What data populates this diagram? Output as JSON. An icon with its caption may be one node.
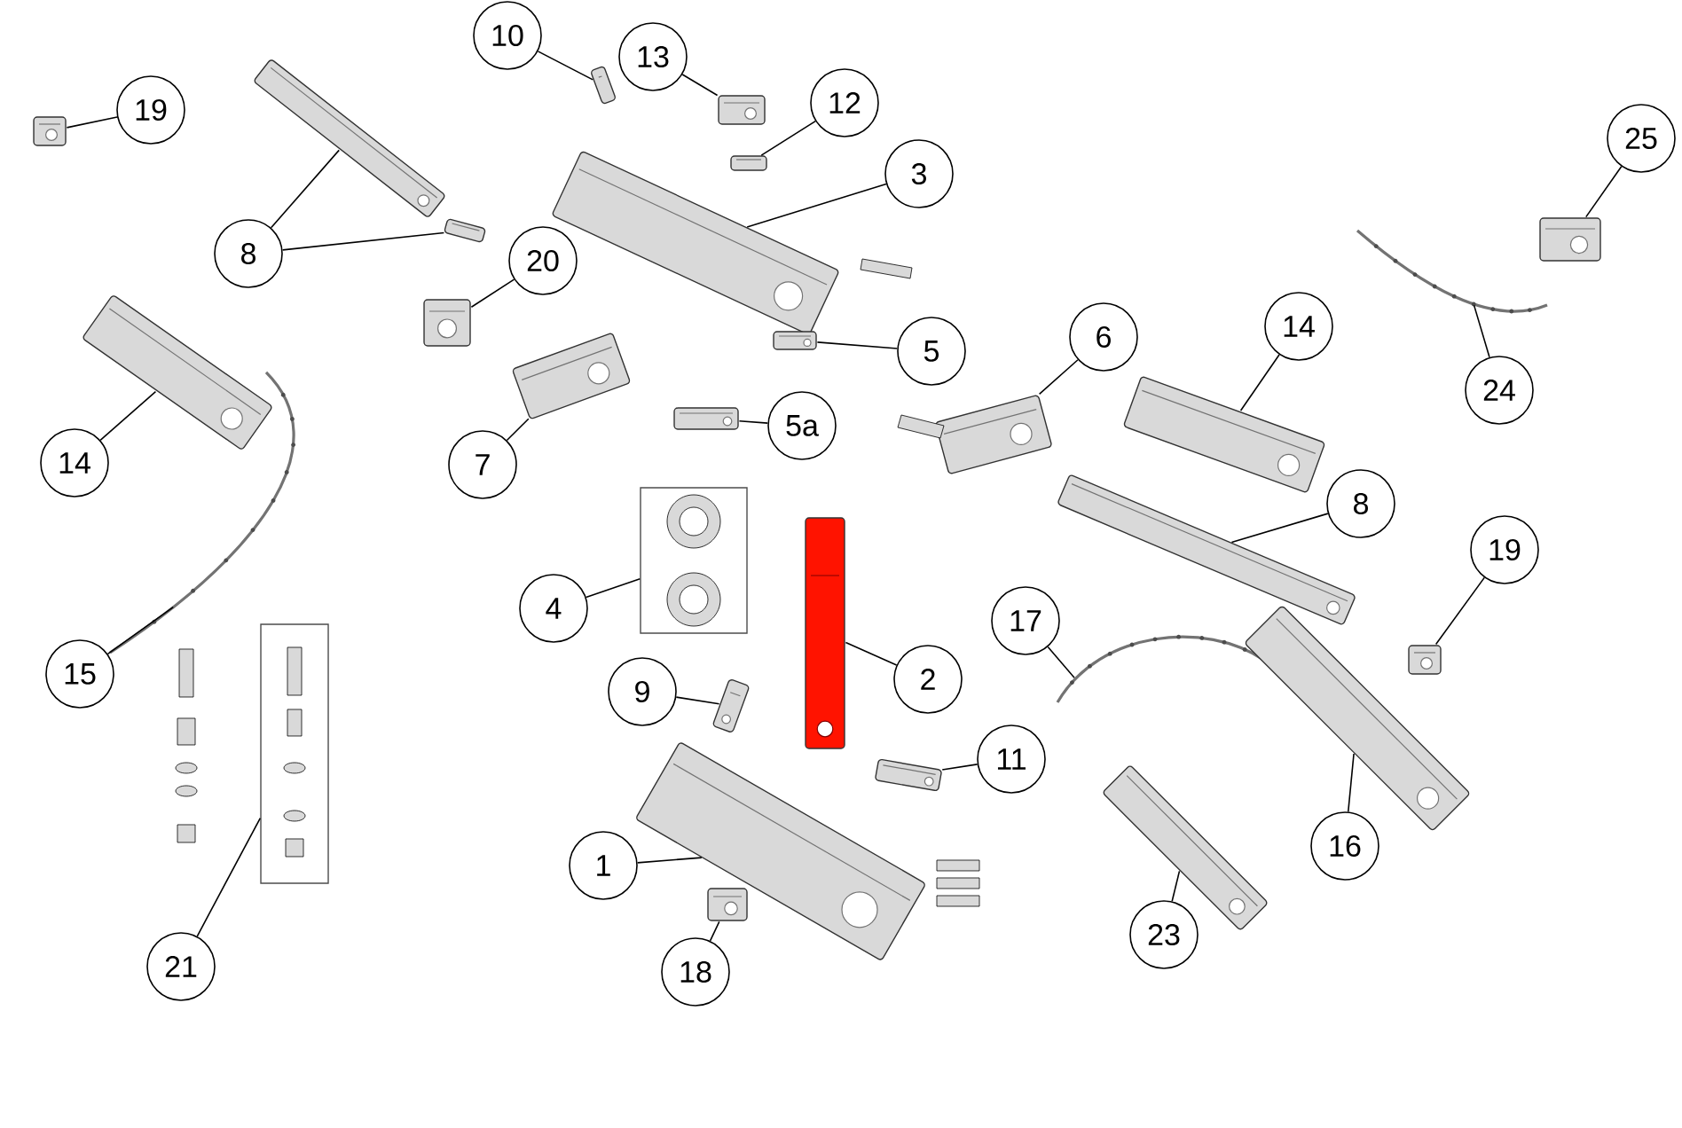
{
  "diagram": {
    "nodes": [
      {
        "text": [
          "10"
        ]
      },
      {
        "text": [],
        "shape": "picture"
      },
      {
        "text": [
          "13"
        ]
      },
      {
        "text": [],
        "shape": "picture"
      },
      {
        "text": [
          "19"
        ]
      },
      {
        "text": [],
        "shape": "picture"
      },
      {
        "text": [
          "12"
        ]
      },
      {
        "text": [],
        "shape": "picture"
      },
      {
        "text": [
          "3"
        ]
      },
      {
        "text": [],
        "shape": "picture"
      },
      {
        "text": [
          "8"
        ]
      },
      {
        "text": [],
        "shape": "picture"
      },
      {
        "text": [],
        "shape": "picture"
      },
      {
        "text": [
          "20"
        ]
      },
      {
        "text": [],
        "shape": "picture"
      },
      {
        "text": [
          "25"
        ]
      },
      {
        "text": [],
        "shape": "picture"
      },
      {
        "text": [
          "5"
        ]
      },
      {
        "text": [],
        "shape": "picture"
      },
      {
        "text": [
          "6"
        ]
      },
      {
        "text": [],
        "shape": "picture"
      },
      {
        "text": [
          "14"
        ]
      },
      {
        "text": [],
        "shape": "picture"
      },
      {
        "text": [
          "14"
        ]
      },
      {
        "text": [],
        "shape": "picture"
      },
      {
        "text": [
          "7"
        ]
      },
      {
        "text": [],
        "shape": "picture"
      },
      {
        "text": [
          "24"
        ]
      },
      {
        "text": [],
        "shape": "picture"
      },
      {
        "text": [
          "5a"
        ]
      },
      {
        "text": [],
        "shape": "picture"
      },
      {
        "text": [
          "8"
        ]
      },
      {
        "text": [],
        "shape": "picture"
      },
      {
        "text": [
          "19"
        ]
      },
      {
        "text": [],
        "shape": "picture"
      },
      {
        "text": [
          "4"
        ]
      },
      {
        "text": [],
        "shape": "box"
      },
      {
        "text": [
          "17"
        ]
      },
      {
        "text": [],
        "shape": "picture"
      },
      {
        "text": [
          "15"
        ]
      },
      {
        "text": [],
        "shape": "picture"
      },
      {
        "text": [
          "2"
        ]
      },
      {
        "text": [],
        "shape": "picture"
      },
      {
        "text": [
          "9"
        ]
      },
      {
        "text": [],
        "shape": "picture"
      },
      {
        "text": [
          "11"
        ]
      },
      {
        "text": [],
        "shape": "picture"
      },
      {
        "text": [
          "16"
        ]
      },
      {
        "text": [],
        "shape": "picture"
      },
      {
        "text": [
          "1"
        ]
      },
      {
        "text": [],
        "shape": "picture"
      },
      {
        "text": [
          "23"
        ]
      },
      {
        "text": [],
        "shape": "picture"
      },
      {
        "text": [
          "21"
        ]
      },
      {
        "text": [],
        "shape": "box"
      },
      {
        "text": [
          "18"
        ]
      },
      {
        "text": [],
        "shape": "picture"
      }
    ],
    "edges": [
      {
        "from": 0,
        "to": 1,
        "arrow": "none"
      },
      {
        "from": 2,
        "to": 3,
        "arrow": "none"
      },
      {
        "from": 4,
        "to": 5,
        "arrow": "none"
      },
      {
        "from": 6,
        "to": 7,
        "arrow": "none"
      },
      {
        "from": 8,
        "to": 9,
        "arrow": "none"
      },
      {
        "from": 10,
        "to": 11,
        "arrow": "none"
      },
      {
        "from": 10,
        "to": 12,
        "arrow": "none"
      },
      {
        "from": 13,
        "to": 14,
        "arrow": "none"
      },
      {
        "from": 15,
        "to": 16,
        "arrow": "none"
      },
      {
        "from": 17,
        "to": 18,
        "arrow": "none"
      },
      {
        "from": 19,
        "to": 20,
        "arrow": "none"
      },
      {
        "from": 21,
        "to": 22,
        "arrow": "none"
      },
      {
        "from": 23,
        "to": 24,
        "arrow": "none"
      },
      {
        "from": 25,
        "to": 26,
        "arrow": "none"
      },
      {
        "from": 27,
        "to": 28,
        "arrow": "none"
      },
      {
        "from": 29,
        "to": 30,
        "arrow": "none"
      },
      {
        "from": 31,
        "to": 32,
        "arrow": "none"
      },
      {
        "from": 33,
        "to": 34,
        "arrow": "none"
      },
      {
        "from": 35,
        "to": 36,
        "arrow": "none"
      },
      {
        "from": 37,
        "to": 38,
        "arrow": "none"
      },
      {
        "from": 39,
        "to": 40,
        "arrow": "none"
      },
      {
        "from": 41,
        "to": 42,
        "arrow": "none"
      },
      {
        "from": 43,
        "to": 44,
        "arrow": "none"
      },
      {
        "from": 45,
        "to": 46,
        "arrow": "none"
      },
      {
        "from": 47,
        "to": 48,
        "arrow": "none"
      },
      {
        "from": 49,
        "to": 50,
        "arrow": "none"
      },
      {
        "from": 51,
        "to": 52,
        "arrow": "none"
      },
      {
        "from": 53,
        "to": 54,
        "arrow": "none"
      },
      {
        "from": 55,
        "to": 56,
        "arrow": "none"
      }
    ]
  }
}
